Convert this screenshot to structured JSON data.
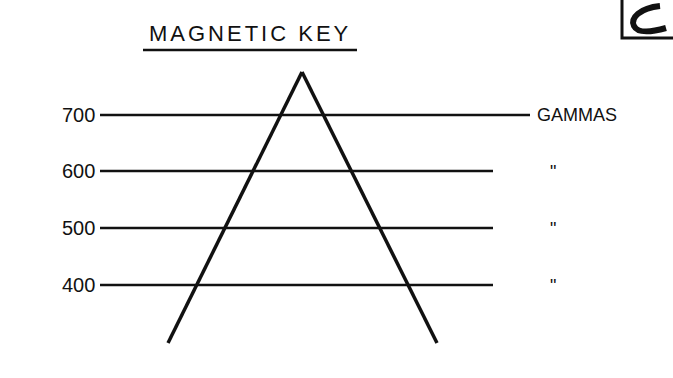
{
  "diagram": {
    "title": "MAGNETIC KEY",
    "labels": [
      "700",
      "GAMMAS",
      "600",
      "\"",
      "500",
      "\"",
      "400",
      "\""
    ]
  }
}
